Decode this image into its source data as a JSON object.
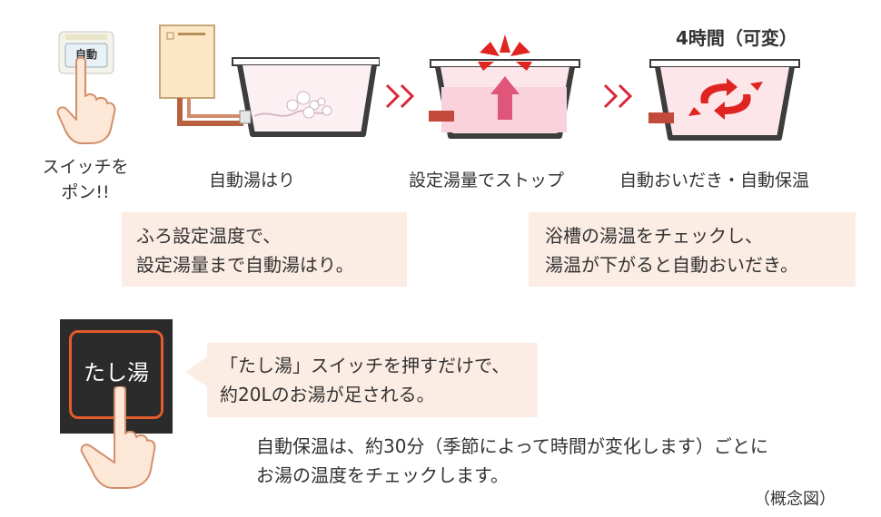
{
  "step1": {
    "switch_label": "自動",
    "caption_lines": [
      "スイッチを",
      "ポン!!"
    ]
  },
  "step2": {
    "caption": "自動湯はり"
  },
  "step3": {
    "caption": "設定湯量でストップ"
  },
  "step4": {
    "caption": "自動おいだき・自動保温",
    "duration": "4時間（可変）"
  },
  "note_fill": {
    "lines": [
      "ふろ設定温度で、",
      "設定湯量まで自動湯はり。"
    ]
  },
  "note_reheat": {
    "lines": [
      "浴槽の湯温をチェックし、",
      "湯温が下がると自動おいだき。"
    ]
  },
  "tashiyu": {
    "button_label": "たし湯",
    "bubble_lines": [
      "「たし湯」スイッチを押すだけで、",
      "約20Lのお湯が足される。"
    ]
  },
  "keep_warm_note": {
    "lines": [
      "自動保温は、約30分（季節によって時間が変化します）ごとに",
      "お湯の温度をチェックします。"
    ]
  },
  "footnote": "（概念図）",
  "colors": {
    "accent_red": "#e0241f",
    "arrow_pink": "#e8a3b4",
    "tub_outline": "#3d3d3d",
    "note_bg": "#fbece4"
  }
}
